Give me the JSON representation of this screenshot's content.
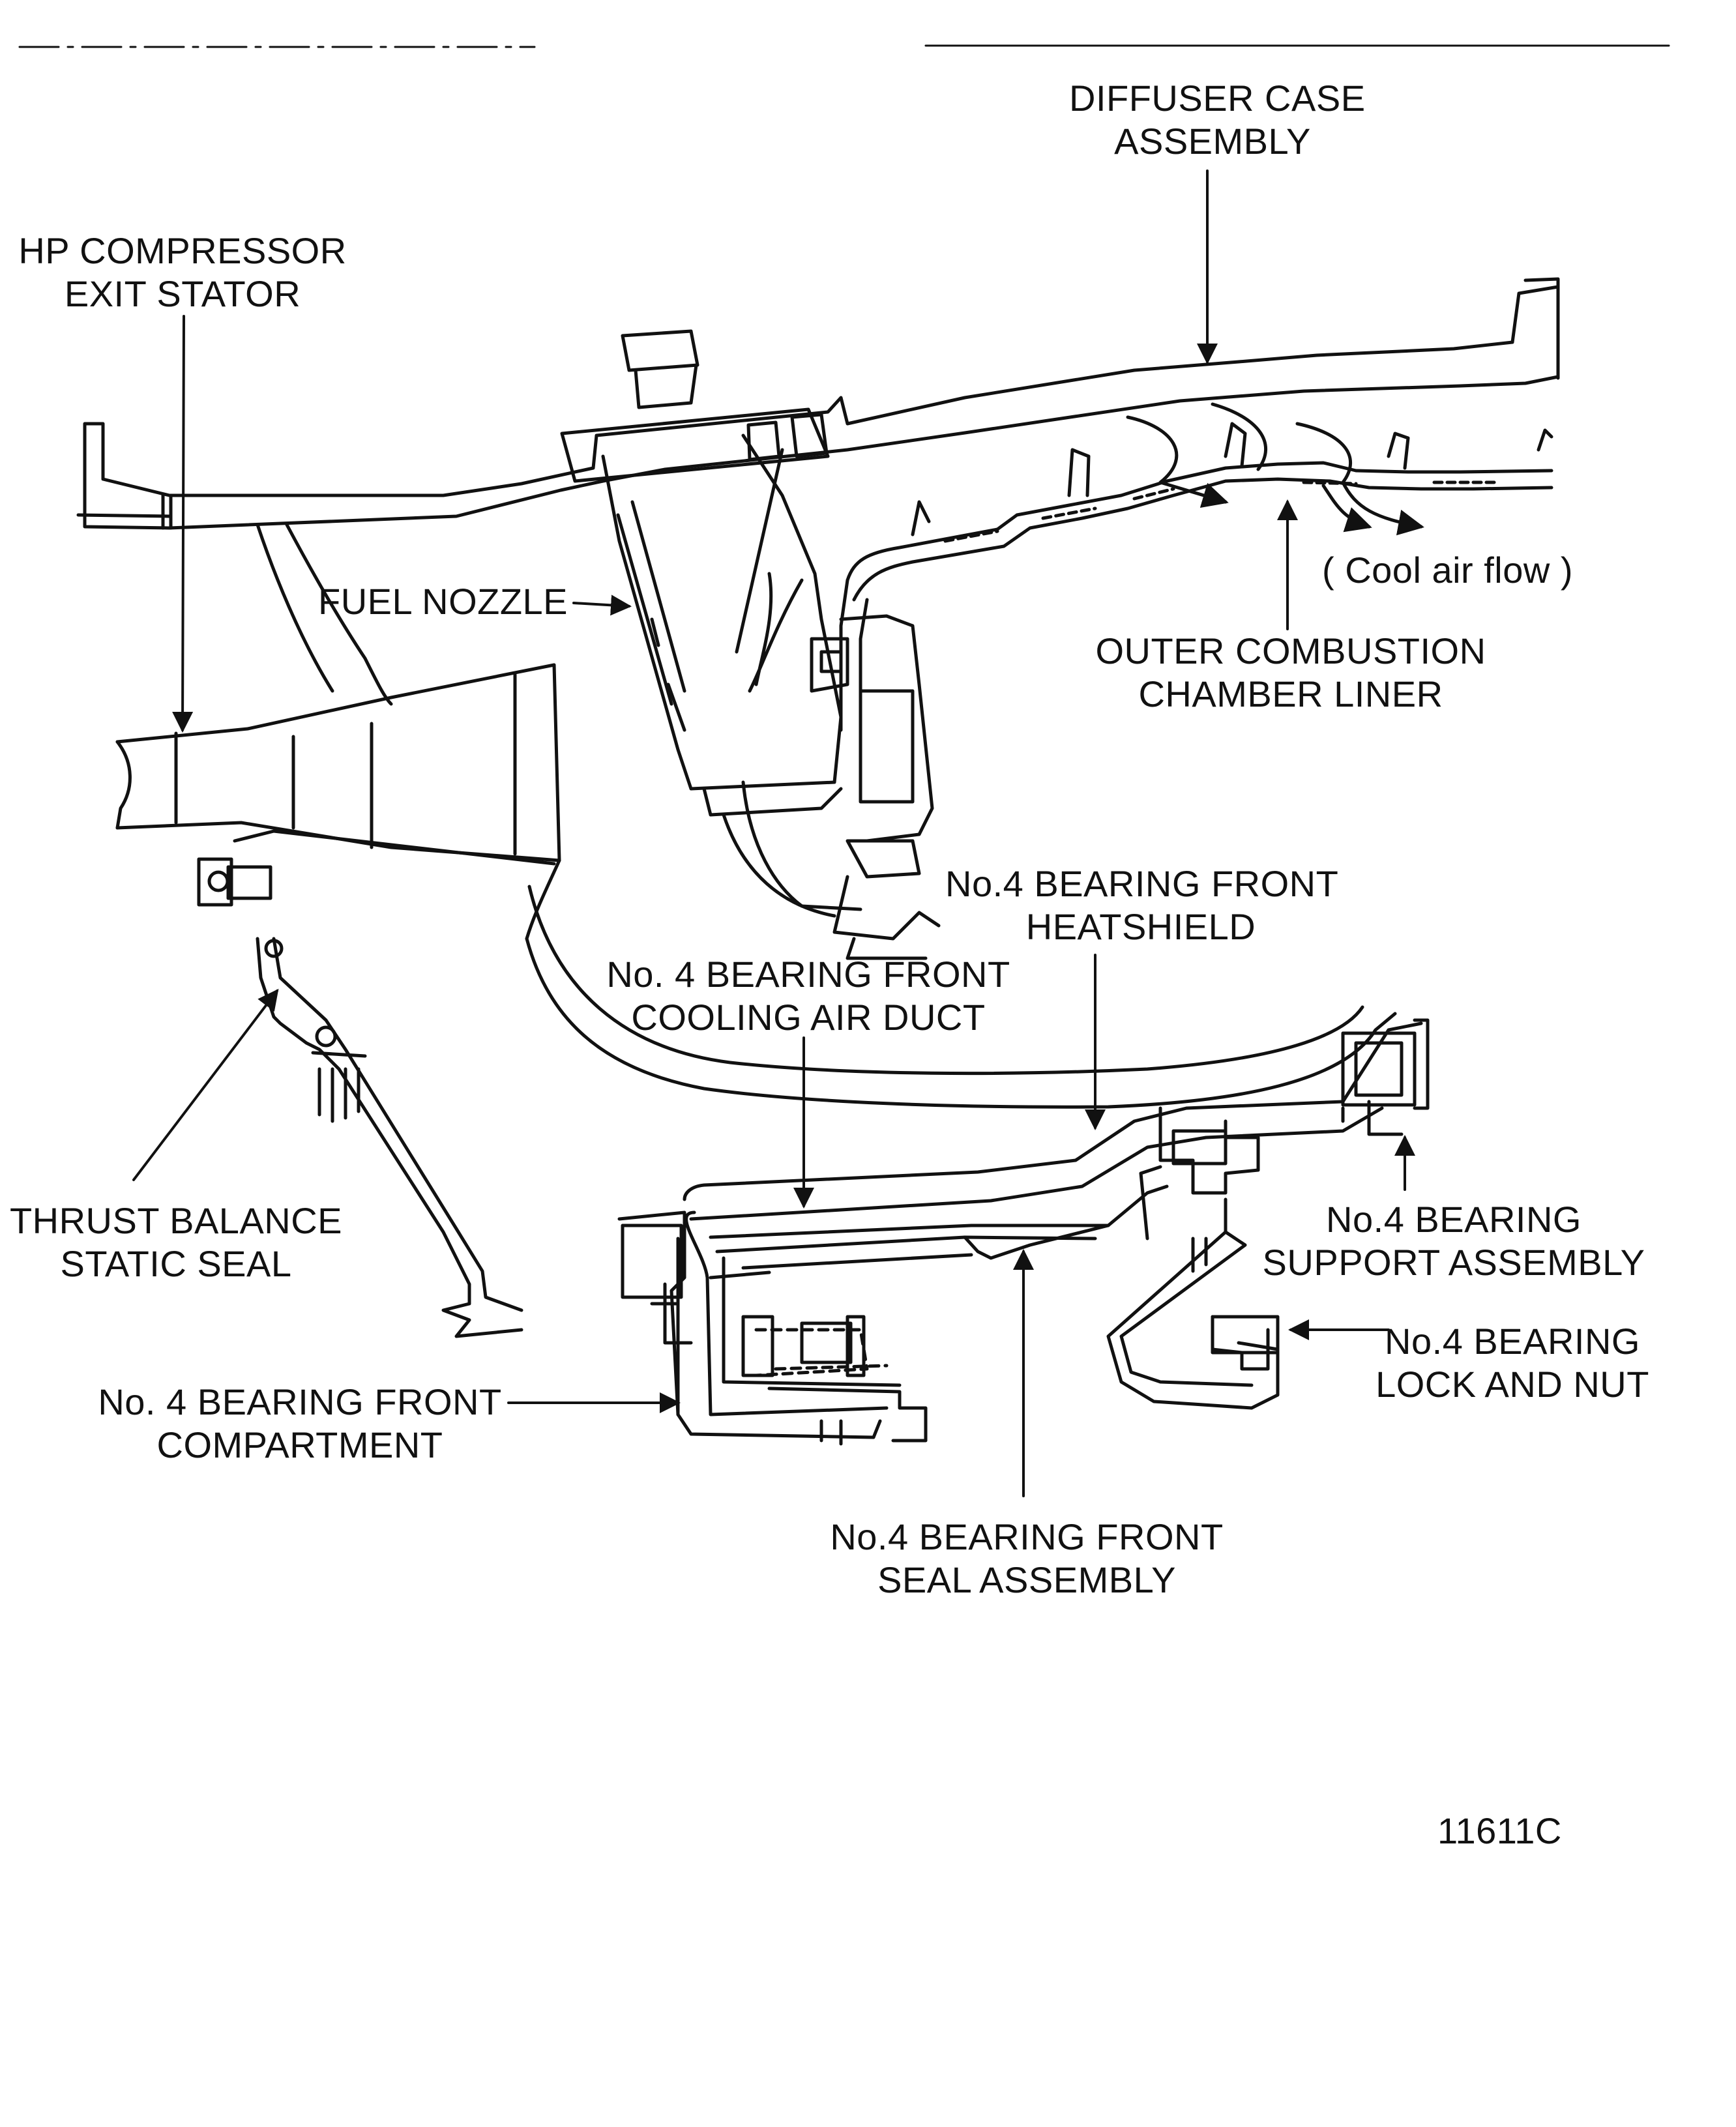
{
  "labels": {
    "diffuser_case": [
      "DIFFUSER CASE",
      "ASSEMBLY"
    ],
    "hp_compressor": [
      "HP COMPRESSOR",
      "EXIT STATOR"
    ],
    "fuel_nozzle": "FUEL NOZZLE",
    "cool_air": "( Cool air flow )",
    "outer_liner": [
      "OUTER COMBUSTION",
      "CHAMBER LINER"
    ],
    "heatshield": [
      "No.4 BEARING FRONT",
      "HEATSHIELD"
    ],
    "cooling_duct": [
      "No. 4 BEARING FRONT",
      "COOLING AIR DUCT"
    ],
    "thrust_seal": [
      "THRUST BALANCE",
      "STATIC SEAL"
    ],
    "support_assembly": [
      "No.4 BEARING",
      "SUPPORT ASSEMBLY"
    ],
    "lock_nut": [
      "No.4 BEARING",
      "LOCK AND NUT"
    ],
    "compartment": [
      "No. 4 BEARING FRONT",
      "COMPARTMENT"
    ],
    "seal_assembly": [
      "No.4 BEARING FRONT",
      "SEAL ASSEMBLY"
    ],
    "figure_number": "11611C"
  },
  "colors": {
    "ink": "#111111",
    "paper": "#ffffff"
  }
}
